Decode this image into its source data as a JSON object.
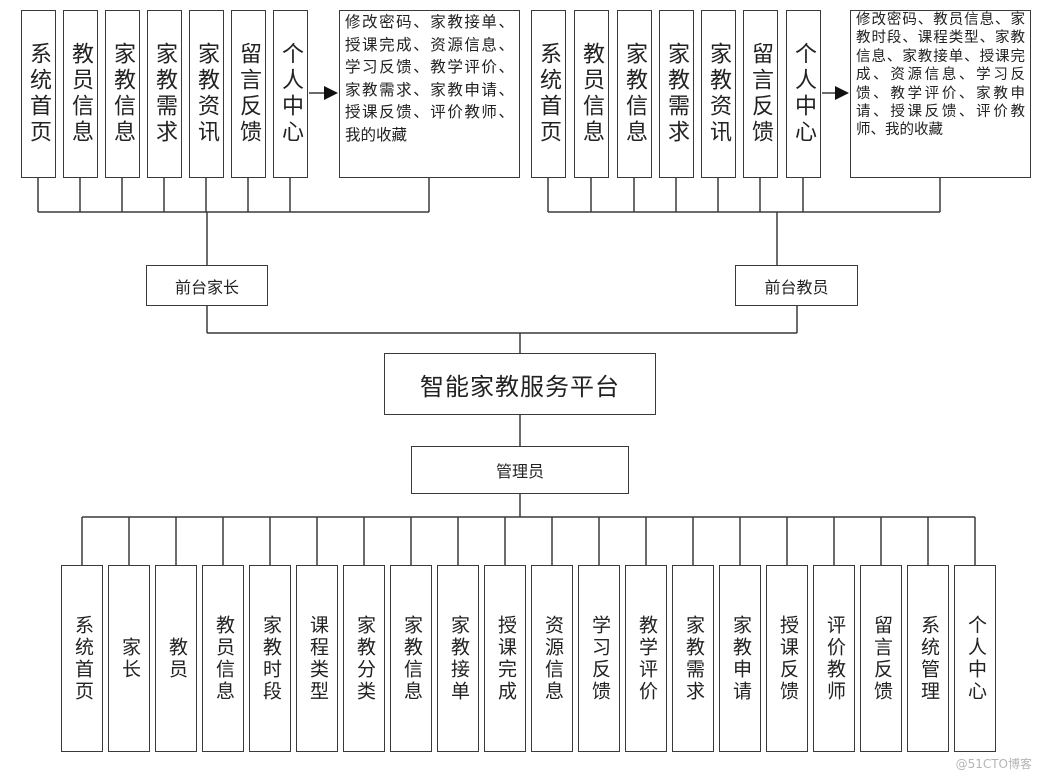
{
  "platform": {
    "title": "智能家教服务平台"
  },
  "parent": {
    "label": "前台家长",
    "modules": [
      "系统首页",
      "教员信息",
      "家教信息",
      "家教需求",
      "家教资讯",
      "留言反馈",
      "个人中心"
    ],
    "center_detail": "修改密码、家教接单、授课完成、资源信息、学习反馈、教学评价、家教需求、家教申请、授课反馈、评价教师、我的收藏"
  },
  "tutor": {
    "label": "前台教员",
    "modules": [
      "系统首页",
      "教员信息",
      "家教信息",
      "家教需求",
      "家教资讯",
      "留言反馈",
      "个人中心"
    ],
    "center_detail": "修改密码、教员信息、家教时段、课程类型、家教信息、家教接单、授课完成、资源信息、学习反馈、教学评价、家教申请、授课反馈、评价教师、我的收藏"
  },
  "admin": {
    "label": "管理员",
    "modules": [
      "系统首页",
      "家长",
      "教员",
      "教员信息",
      "家教时段",
      "课程类型",
      "家教分类",
      "家教信息",
      "家教接单",
      "授课完成",
      "资源信息",
      "学习反馈",
      "教学评价",
      "家教需求",
      "家教申请",
      "授课反馈",
      "评价教师",
      "留言反馈",
      "系统管理",
      "个人中心"
    ]
  },
  "watermark": "@51CTO博客",
  "colors": {
    "line": "#3a3a3a",
    "border": "#3a3a3a"
  }
}
